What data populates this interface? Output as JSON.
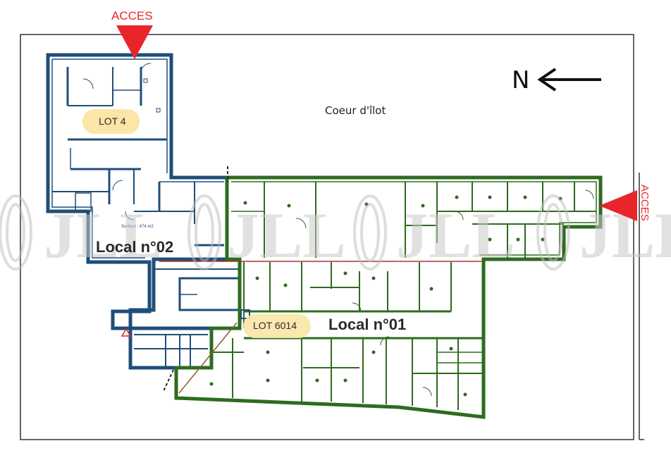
{
  "access": {
    "label": "ACCES",
    "side_label": "ACCES"
  },
  "compass": {
    "label": "N"
  },
  "courtyard": {
    "label": "Coeur d'îlot"
  },
  "units": {
    "local_02": {
      "label": "Local n°02",
      "surface": "Surface : 474 m2"
    },
    "local_01": {
      "label": "Local n°01"
    }
  },
  "lots": {
    "lot4": "LOT 4",
    "lot6014": "LOT 6014"
  },
  "watermark": {
    "text": "JLL"
  },
  "colors": {
    "access_red": "#e8252b",
    "local02_blue": "#1f4e79",
    "local01_green": "#2e6b1f",
    "lot_badge": "#fbe6a6",
    "watermark_gray": "#c9c9c9"
  }
}
